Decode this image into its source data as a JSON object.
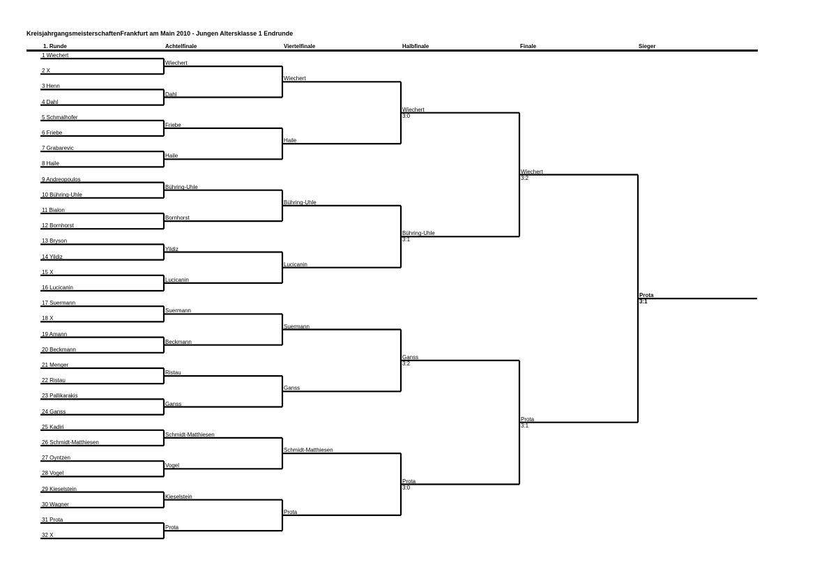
{
  "title": "KreisjahrgangsmeisterschaftenFrankfurt am Main 2010 - Jungen Altersklasse 1 Endrunde",
  "rounds": [
    "1. Runde",
    "Achtelfinale",
    "Viertelfinale",
    "Halbfinale",
    "Finale",
    "Sieger"
  ],
  "r1": [
    {
      "seed": "1",
      "name": "Wiechert"
    },
    {
      "seed": "2",
      "name": "X"
    },
    {
      "seed": "3",
      "name": "Henn"
    },
    {
      "seed": "4",
      "name": "Dahl"
    },
    {
      "seed": "5",
      "name": "Schmalhofer"
    },
    {
      "seed": "6",
      "name": "Friebe"
    },
    {
      "seed": "7",
      "name": "Grabarevic"
    },
    {
      "seed": "8",
      "name": "Haile"
    },
    {
      "seed": "9",
      "name": "Andreopoulos"
    },
    {
      "seed": "10",
      "name": "Bühring-Uhle"
    },
    {
      "seed": "11",
      "name": "Bialon"
    },
    {
      "seed": "12",
      "name": "Bornhorst"
    },
    {
      "seed": "13",
      "name": "Bryson"
    },
    {
      "seed": "14",
      "name": "Yildiz"
    },
    {
      "seed": "15",
      "name": "X"
    },
    {
      "seed": "16",
      "name": "Lucicanin"
    },
    {
      "seed": "17",
      "name": "Suermann"
    },
    {
      "seed": "18",
      "name": "X"
    },
    {
      "seed": "19",
      "name": "Amann"
    },
    {
      "seed": "20",
      "name": "Beckmann"
    },
    {
      "seed": "21",
      "name": "Menger"
    },
    {
      "seed": "22",
      "name": "Ristau"
    },
    {
      "seed": "23",
      "name": "Pallikarakis"
    },
    {
      "seed": "24",
      "name": "Ganss"
    },
    {
      "seed": "25",
      "name": "Kadiri"
    },
    {
      "seed": "26",
      "name": "Schmidt-Matthiesen"
    },
    {
      "seed": "27",
      "name": "Oyntzen"
    },
    {
      "seed": "28",
      "name": "Vogel"
    },
    {
      "seed": "29",
      "name": "Kieselstein"
    },
    {
      "seed": "30",
      "name": "Wagner"
    },
    {
      "seed": "31",
      "name": "Prota"
    },
    {
      "seed": "32",
      "name": "X"
    }
  ],
  "r2": [
    {
      "name": "Wiechert"
    },
    {
      "name": "Dahl"
    },
    {
      "name": "Friebe"
    },
    {
      "name": "Haile"
    },
    {
      "name": "Bühring-Uhle"
    },
    {
      "name": "Bornhorst"
    },
    {
      "name": "Yildiz"
    },
    {
      "name": "Lucicanin"
    },
    {
      "name": "Suermann"
    },
    {
      "name": "Beckmann"
    },
    {
      "name": "Ristau"
    },
    {
      "name": "Ganss"
    },
    {
      "name": "Schmidt-Matthiesen"
    },
    {
      "name": "Vogel"
    },
    {
      "name": "Kieselstein"
    },
    {
      "name": "Prota"
    }
  ],
  "r3": [
    {
      "name": "Wiechert"
    },
    {
      "name": "Haile"
    },
    {
      "name": "Bühring-Uhle"
    },
    {
      "name": "Lucicanin"
    },
    {
      "name": "Suermann"
    },
    {
      "name": "Ganss"
    },
    {
      "name": "Schmidt-Matthiesen"
    },
    {
      "name": "Prota"
    }
  ],
  "r4": [
    {
      "name": "Wiechert",
      "score": "3:0"
    },
    {
      "name": "Bühring-Uhle",
      "score": "3:1"
    },
    {
      "name": "Ganss",
      "score": "3:2"
    },
    {
      "name": "Prota",
      "score": "3:0"
    }
  ],
  "r5": [
    {
      "name": "Wiechert",
      "score": "3:2"
    },
    {
      "name": "Prota",
      "score": "3:1"
    }
  ],
  "r6": [
    {
      "name": "Prota",
      "score": "3:1"
    }
  ]
}
